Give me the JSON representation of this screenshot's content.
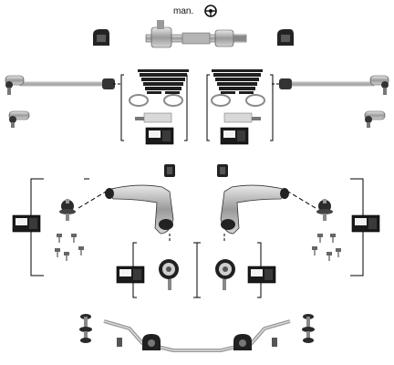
{
  "header": {
    "steering_label": "man.",
    "steering_icon": "steering-wheel-icon"
  },
  "colors": {
    "part_dark": "#2a2a2a",
    "part_mid": "#777777",
    "part_light": "#cfcfcf",
    "connector_line": "#000000",
    "background": "#ffffff"
  },
  "components": [
    "steering-rack",
    "rack-mount-bushing",
    "tie-rod",
    "tie-rod-end",
    "steering-boot",
    "boot-clamp",
    "mounting-kit",
    "kit-box",
    "control-arm",
    "ball-joint",
    "control-arm-bushing",
    "stabilizer-link",
    "stabilizer-bar",
    "stabilizer-bushing"
  ]
}
